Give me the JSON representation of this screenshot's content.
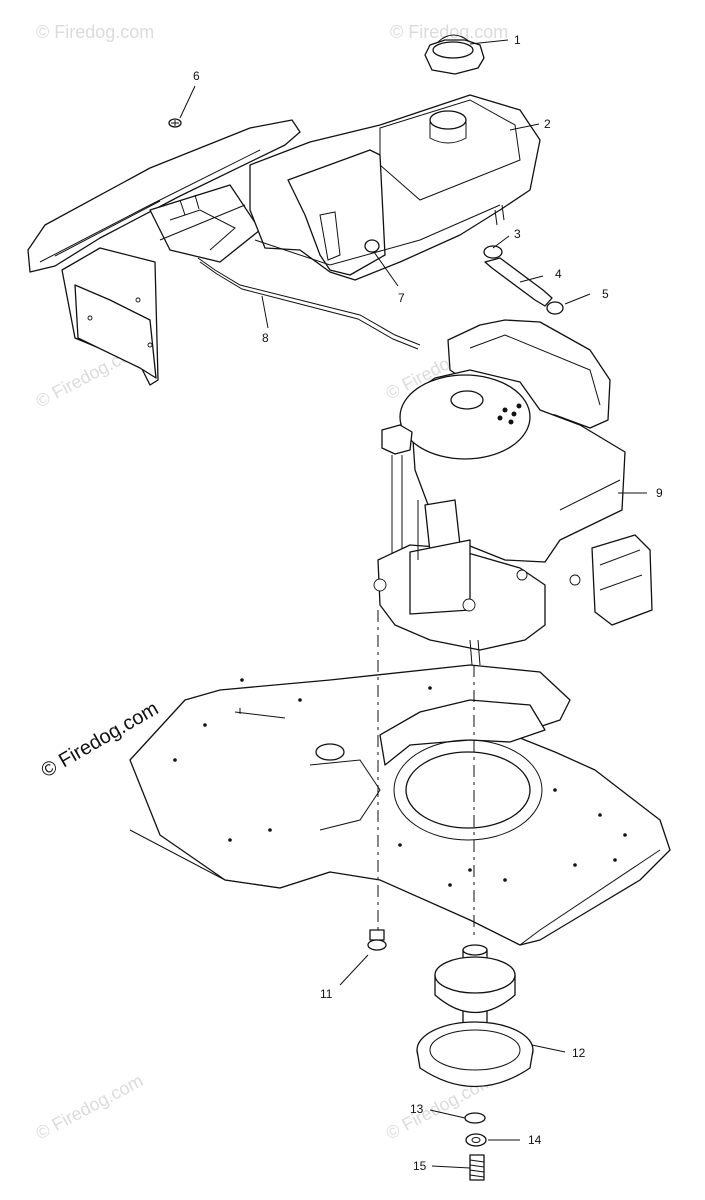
{
  "watermark": {
    "main_text": "© Firedog.com",
    "faint_text": "© Firedog.com"
  },
  "callouts": [
    {
      "id": "1",
      "label": "1"
    },
    {
      "id": "2",
      "label": "2"
    },
    {
      "id": "3",
      "label": "3"
    },
    {
      "id": "4",
      "label": "4"
    },
    {
      "id": "5",
      "label": "5"
    },
    {
      "id": "6",
      "label": "6"
    },
    {
      "id": "7",
      "label": "7"
    },
    {
      "id": "8",
      "label": "8"
    },
    {
      "id": "9",
      "label": "9"
    },
    {
      "id": "11",
      "label": "11"
    },
    {
      "id": "12",
      "label": "12"
    },
    {
      "id": "13",
      "label": "13"
    },
    {
      "id": "14",
      "label": "14"
    },
    {
      "id": "15",
      "label": "15"
    }
  ]
}
